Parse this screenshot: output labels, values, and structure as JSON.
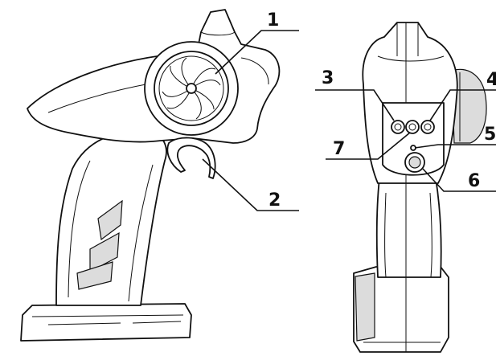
{
  "callouts": [
    {
      "id": 1,
      "label": "1"
    },
    {
      "id": 2,
      "label": "2"
    },
    {
      "id": 3,
      "label": "3"
    },
    {
      "id": 4,
      "label": "4"
    },
    {
      "id": 5,
      "label": "5"
    },
    {
      "id": 6,
      "label": "6"
    },
    {
      "id": 7,
      "label": "7"
    }
  ],
  "colors": {
    "line": "#111111",
    "background": "#ffffff",
    "shade": "#dcdcdc"
  }
}
